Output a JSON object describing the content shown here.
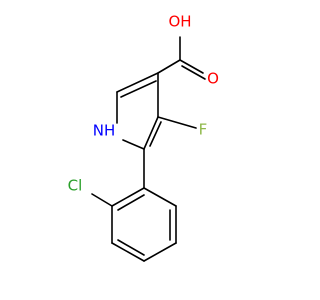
{
  "molecule": {
    "atoms": {
      "hydroxyl": {
        "label": "OH"
      },
      "carbonyl_oxygen": {
        "label": "O"
      },
      "nitrogen": {
        "label": "NH"
      },
      "fluorine": {
        "label": "F"
      },
      "chlorine": {
        "label": "Cl"
      }
    },
    "colors": {
      "bond": "#000000",
      "oxygen": "#ff0000",
      "nitrogen": "#0000ff",
      "fluorine": "#8fb84a",
      "chlorine": "#2aa02a"
    }
  }
}
